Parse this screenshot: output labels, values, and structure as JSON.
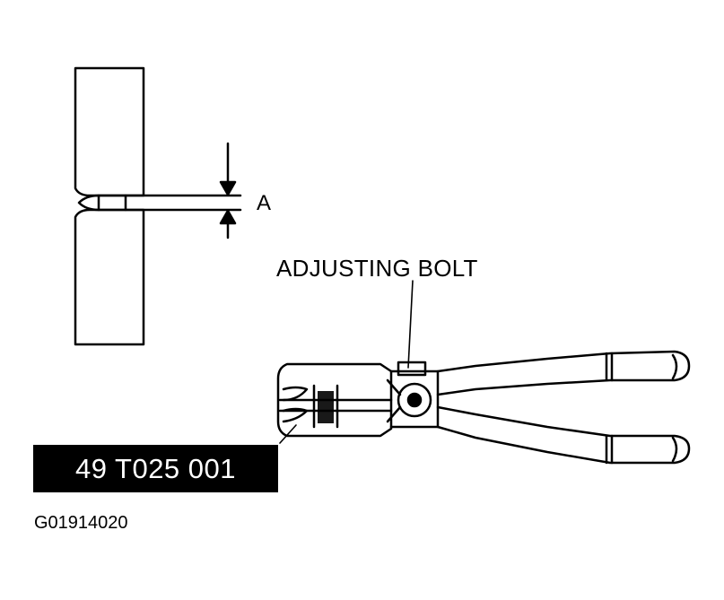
{
  "diagram": {
    "dimension_label": "A",
    "callout_adjusting_bolt": "ADJUSTING BOLT",
    "tool_number": "49 T025 001",
    "figure_id": "G01914020"
  },
  "colors": {
    "line": "#000000",
    "background": "#ffffff",
    "tool_box_fill": "#000000",
    "tool_box_text": "#ffffff"
  }
}
